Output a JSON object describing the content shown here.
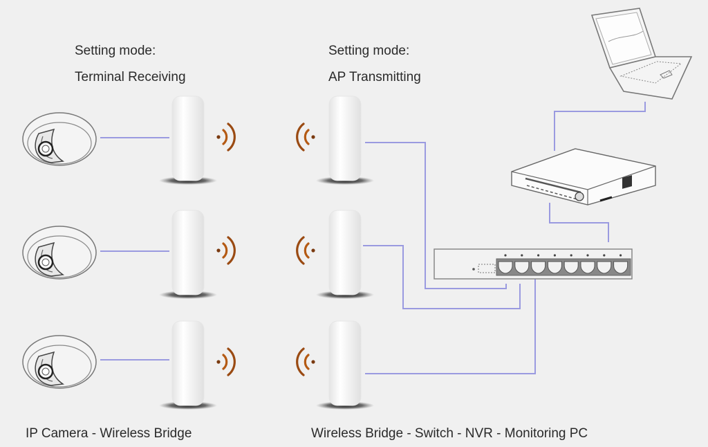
{
  "labels": {
    "left_mode_title": "Setting mode:",
    "left_mode_value": "Terminal Receiving",
    "right_mode_title": "Setting mode:",
    "right_mode_value": "AP Transmitting",
    "left_caption": "IP Camera - Wireless Bridge",
    "right_caption": "Wireless Bridge - Switch - NVR - Monitoring PC"
  },
  "colors": {
    "background": "#f0f0f0",
    "cable": "#9a9ae0",
    "signal": "#b45a14",
    "text": "#2a2a2a"
  },
  "devices": {
    "cameras": [
      "ip-camera",
      "ip-camera",
      "ip-camera"
    ],
    "receiving_bridges": [
      "wireless-bridge",
      "wireless-bridge",
      "wireless-bridge"
    ],
    "transmitting_bridges": [
      "wireless-bridge",
      "wireless-bridge",
      "wireless-bridge"
    ],
    "switch_ports": 8,
    "nvr": "nvr",
    "pc": "laptop"
  }
}
